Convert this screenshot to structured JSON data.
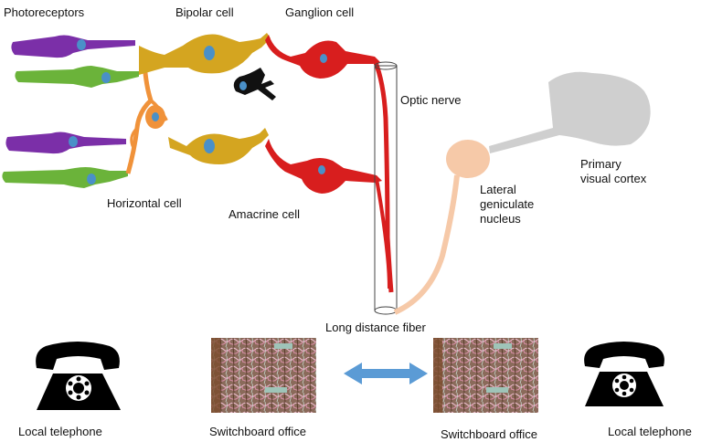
{
  "labels": {
    "photoreceptors": "Photoreceptors",
    "bipolar_cell": "Bipolar cell",
    "ganglion_cell": "Ganglion cell",
    "optic_nerve": "Optic nerve",
    "horizontal_cell": "Horizontal cell",
    "amacrine_cell": "Amacrine cell",
    "primary_visual_cortex_line1": "Primary",
    "primary_visual_cortex_line2": "visual cortex",
    "lgn_line1": "Lateral",
    "lgn_line2": "geniculate",
    "lgn_line3": "nucleus",
    "long_distance_fiber": "Long distance fiber",
    "local_telephone_left": "Local telephone",
    "switchboard_left": "Switchboard office",
    "switchboard_right": "Switchboard office",
    "local_telephone_right": "Local telephone"
  },
  "colors": {
    "rod": "#7b2fa8",
    "cone": "#6bb33a",
    "bipolar": "#d4a520",
    "horizontal": "#f0923a",
    "ganglion": "#d81e1e",
    "amacrine": "#111111",
    "nucleus": "#4a90c8",
    "lgn": "#f6c9a8",
    "cortex": "#cfcfcf",
    "arrow": "#5b9bd5"
  },
  "icons": {
    "telephone_left": "telephone-icon",
    "telephone_right": "telephone-icon"
  }
}
